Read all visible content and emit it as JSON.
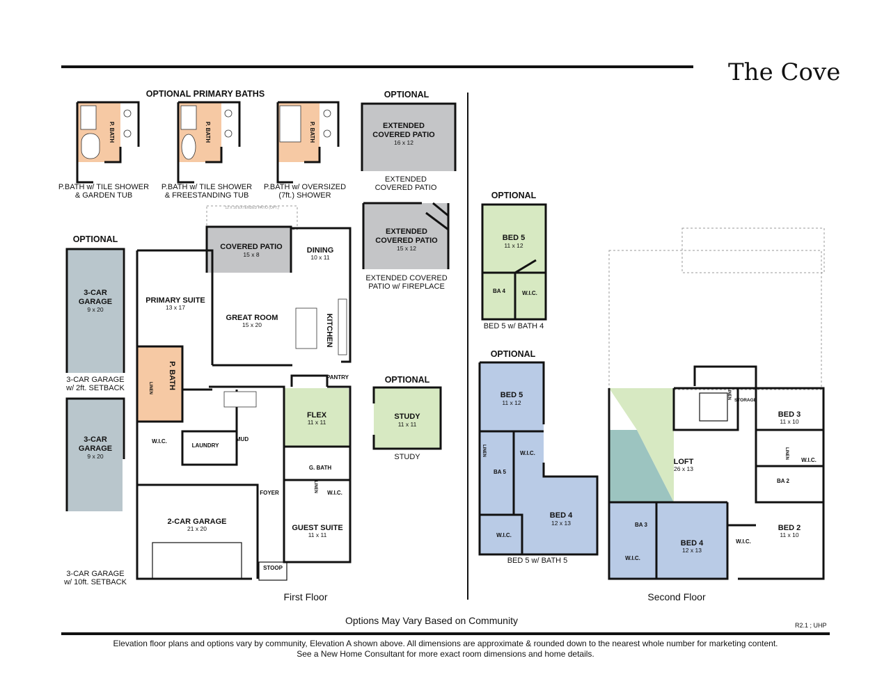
{
  "title": "The Cove",
  "footer": {
    "options_note": "Options May Vary Based on Community",
    "revision": "R2.1 ; UHP",
    "disclaimer_line1": "Elevation floor plans and options vary by community, Elevation A shown above. All dimensions are approximate & rounded down to the nearest whole number for marketing content.",
    "disclaimer_line2": "See a New Home Consultant for more exact room dimensions and home details."
  },
  "colors": {
    "bath": "#f6c9a4",
    "patio": "#c4c5c7",
    "garage": "#b9c6cc",
    "flex": "#d7e9c2",
    "bed": "#b9cbe6",
    "loft_teal": "#9cc4c0"
  },
  "optional_baths": {
    "heading": "OPTIONAL PRIMARY BATHS",
    "bath_label": "P. BATH",
    "captions": [
      [
        "P.BATH w/ TILE SHOWER",
        "& GARDEN TUB"
      ],
      [
        "P.BATH w/ TILE SHOWER",
        "& FREESTANDING TUB"
      ],
      [
        "P.BATH w/ OVERSIZED",
        "(7ft.) SHOWER"
      ]
    ]
  },
  "optional_word": "OPTIONAL",
  "optional_patio1": {
    "name_line1": "EXTENDED",
    "name_line2": "COVERED PATIO",
    "dims": "16 x 12",
    "caption_line1": "EXTENDED",
    "caption_line2": "COVERED PATIO"
  },
  "optional_patio2": {
    "name_line1": "EXTENDED",
    "name_line2": "COVERED PATIO",
    "dims": "15 x 12",
    "caption_line1": "EXTENDED COVERED",
    "caption_line2": "PATIO w/ FIREPLACE"
  },
  "optional_garage1": {
    "name_line1": "3-CAR",
    "name_line2": "GARAGE",
    "dims": "9 x 20",
    "caption_line1": "3-CAR GARAGE",
    "caption_line2": "w/ 2ft. SETBACK"
  },
  "optional_garage2": {
    "name_line1": "3-CAR",
    "name_line2": "GARAGE",
    "dims": "9 x 20",
    "caption_line1": "3-CAR GARAGE",
    "caption_line2": "w/ 10ft. SETBACK"
  },
  "optional_study": {
    "name": "STUDY",
    "dims": "11 x 11",
    "caption": "STUDY"
  },
  "optional_bed5_bath4": {
    "name": "BED 5",
    "dims": "11 x 12",
    "bath": "BA 4",
    "wic": "W.I.C.",
    "caption": "BED 5 w/ BATH 4"
  },
  "optional_bed5_bath5": {
    "bed5": "BED 5",
    "bed5_dims": "11 x 12",
    "bed4": "BED 4",
    "bed4_dims": "12 x 13",
    "bath": "BA 5",
    "wic1": "W.I.C.",
    "wic2": "W.I.C.",
    "linen": "LINEN",
    "caption": "BED 5 w/ BATH 5"
  },
  "first_floor": {
    "label": "First Floor",
    "ext_patio_dashed": "12 X 16 EXTENDED PATIO (OPT.)",
    "covered_patio": "COVERED PATIO",
    "covered_patio_dims": "15 x 8",
    "dining": "DINING",
    "dining_dims": "10 x 11",
    "primary_suite": "PRIMARY SUITE",
    "primary_suite_dims": "13 x 17",
    "great_room": "GREAT ROOM",
    "great_room_dims": "15 x 20",
    "kitchen": "KITCHEN",
    "pantry": "PANTRY",
    "p_bath": "P. BATH",
    "linen": "LINEN",
    "wic": "W.I.C.",
    "laundry": "LAUNDRY",
    "mud": "MUD",
    "flex": "FLEX",
    "flex_dims": "11 x 11",
    "g_bath": "G. BATH",
    "linen2": "LINEN",
    "wic2": "W.I.C.",
    "foyer": "FOYER",
    "garage": "2-CAR GARAGE",
    "garage_dims": "21 x 20",
    "guest_suite": "GUEST SUITE",
    "guest_suite_dims": "11 x 11",
    "stoop": "STOOP"
  },
  "second_floor": {
    "label": "Second Floor",
    "linen": "LINEN",
    "storage": "STORAGE",
    "bed3": "BED 3",
    "bed3_dims": "11 x 10",
    "loft": "LOFT",
    "loft_dims": "26 x 13",
    "linen2": "LINEN",
    "wic": "W.I.C.",
    "ba2": "BA 2",
    "ba3": "BA 3",
    "bed4": "BED 4",
    "bed4_dims": "12 x 13",
    "wic2": "W.I.C.",
    "wic3": "W.I.C.",
    "bed2": "BED 2",
    "bed2_dims": "11 x 10"
  }
}
